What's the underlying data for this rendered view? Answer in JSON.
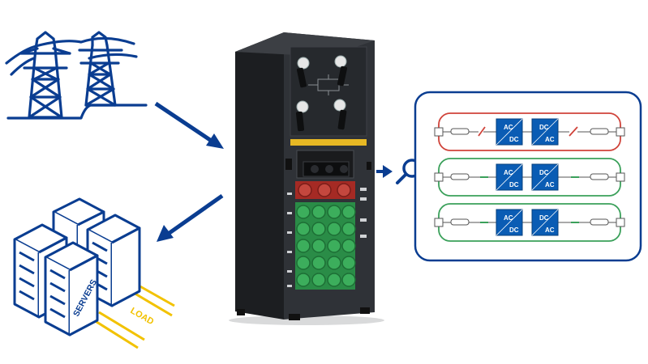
{
  "labels": {
    "servers": "SERVERS",
    "load": "LOAD",
    "converters": [
      {
        "left_top": "AC",
        "left_bottom": "DC",
        "right_top": "DC",
        "right_bottom": "AC"
      },
      {
        "left_top": "AC",
        "left_bottom": "DC",
        "right_top": "DC",
        "right_bottom": "AC"
      },
      {
        "left_top": "AC",
        "left_bottom": "DC",
        "right_top": "DC",
        "right_bottom": "AC"
      }
    ]
  },
  "colors": {
    "brand_blue": "#0a3d91",
    "cabinet": "#2b2e33",
    "battery_green": "#2e9a4e",
    "module_red": "#b8322a",
    "path_red": "#d0433a",
    "path_green": "#3aa05a",
    "load_yellow": "#f2c200"
  },
  "icons": [
    "transmission-tower-icon",
    "server-rack-icon",
    "magnifier-icon",
    "arrow-icon",
    "ac-dc-converter-icon",
    "dc-ac-converter-icon"
  ]
}
